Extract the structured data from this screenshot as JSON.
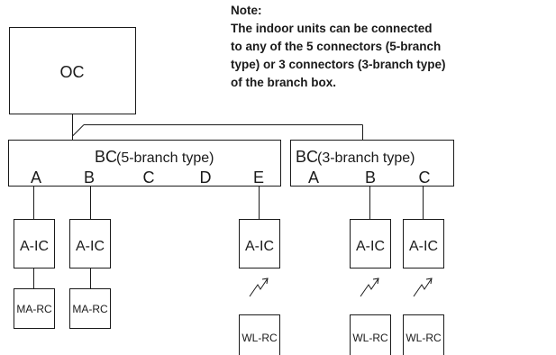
{
  "note": {
    "heading": "Note:",
    "lines": [
      "The indoor units can be connected",
      "to any of the 5 connectors (5-branch",
      "type) or 3 connectors (3-branch type)",
      "of the branch box."
    ]
  },
  "outdoor_unit": {
    "label": "OC"
  },
  "branch_boxes": [
    {
      "prefix": "BC",
      "type_label": "(5-branch type)",
      "ports": [
        "A",
        "B",
        "C",
        "D",
        "E"
      ]
    },
    {
      "prefix": "BC",
      "type_label": "(3-branch type)",
      "ports": [
        "A",
        "B",
        "C"
      ]
    }
  ],
  "indoor_unit_label": "A-IC",
  "wired_remote_label": "MA-RC",
  "wireless_remote_label": "WL-RC",
  "colors": {
    "line": "#1a1a1a",
    "text": "#1a1a1a",
    "background": "#ffffff"
  }
}
